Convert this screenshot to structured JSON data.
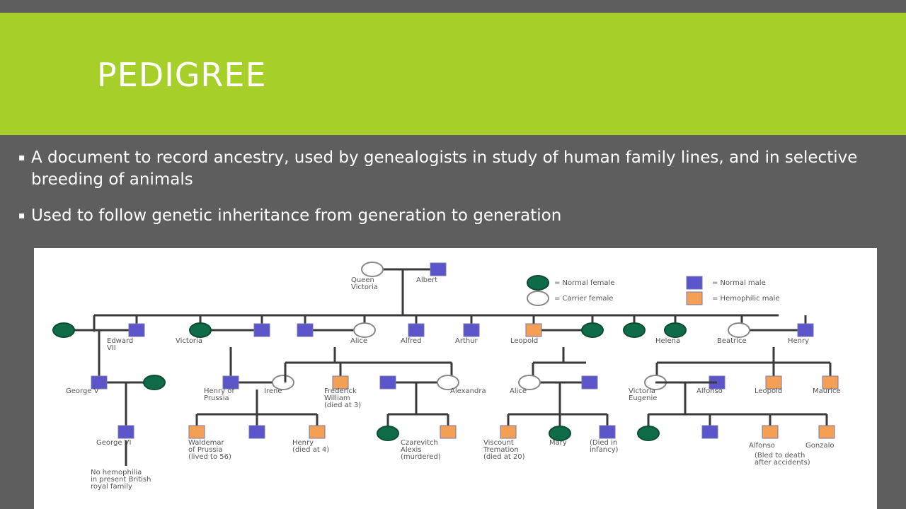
{
  "slide": {
    "title": "PEDIGREE",
    "bullets": [
      "A document to record ancestry, used by genealogists in study of human family lines, and in selective breeding of animals",
      "Used to follow genetic inheritance from generation to generation"
    ],
    "bullet_symbol": "▪"
  },
  "colors": {
    "title_band": "#a6cf2a",
    "background": "#5e5e5e",
    "normal_female": "#0f6b48",
    "carrier_female": "#ffffff",
    "normal_male": "#5b55c9",
    "hemophilic_male": "#f3a055"
  },
  "pedigree": {
    "legend": {
      "normal_female": "= Normal female",
      "carrier_female": "= Carrier female",
      "normal_male": "= Normal male",
      "hemophilic_male": "= Hemophilic male"
    },
    "labels": {
      "queen_victoria": [
        "Queen",
        "Victoria"
      ],
      "albert": "Albert",
      "edward": [
        "Edward",
        "VII"
      ],
      "victoria": "Victoria",
      "alice": "Alice",
      "alfred": "Alfred",
      "arthur": "Arthur",
      "leopold": "Leopold",
      "helena": "Helena",
      "beatrice": "Beatrice",
      "henry": "Henry",
      "george_v": "George V",
      "henry_of_prussia": [
        "Henry of",
        "Prussia"
      ],
      "irene": "Irene",
      "frederick": [
        "Frederick",
        "William",
        "(died at 3)"
      ],
      "alexandra": "Alexandra",
      "alice_2": "Alice",
      "victoria_eugenie": [
        "Victoria",
        "Eugenie"
      ],
      "alfonso": "Alfonso",
      "leopold_2": "Leopold",
      "maurice": "Maurice",
      "george_vi": "George VI",
      "waldemar": [
        "Waldemar",
        "of Prussia",
        "(lived to 56)"
      ],
      "henry_2": [
        "Henry",
        "(died at 4)"
      ],
      "czarevitch": [
        "Czarevitch",
        "Alexis",
        "(murdered)"
      ],
      "viscount": [
        "Viscount",
        "Tremation",
        "(died at 20)"
      ],
      "mary": "Mary",
      "died_infancy": [
        "(Died in",
        "infancy)"
      ],
      "alfonso_2": "Alfonso",
      "gonzalo": "Gonzalo",
      "bled_to_death": [
        "(Bled to death",
        "after accidents)"
      ],
      "no_hemophilia": [
        "No hemophilia",
        "in present British",
        "royal family"
      ]
    }
  }
}
